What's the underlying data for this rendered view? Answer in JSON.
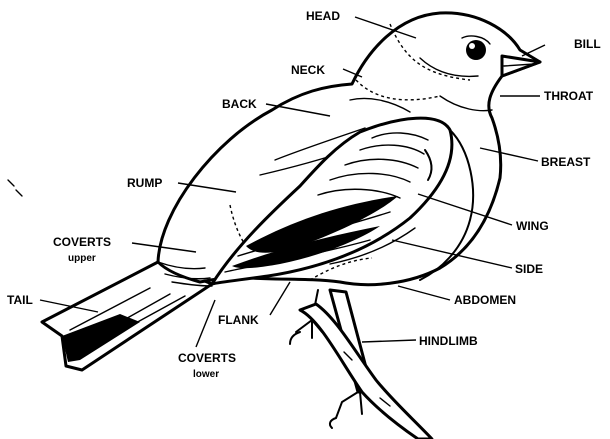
{
  "labels": {
    "head": "HEAD",
    "bill": "BILL",
    "neck": "NECK",
    "throat": "THROAT",
    "back": "BACK",
    "breast": "BREAST",
    "rump": "RUMP",
    "wing": "WING",
    "coverts_upper": "COVERTS",
    "coverts_upper_sub": "upper",
    "side": "SIDE",
    "tail": "TAIL",
    "abdomen": "ABDOMEN",
    "flank": "FLANK",
    "hindlimb": "HINDLIMB",
    "coverts_lower": "COVERTS",
    "coverts_lower_sub": "lower"
  }
}
